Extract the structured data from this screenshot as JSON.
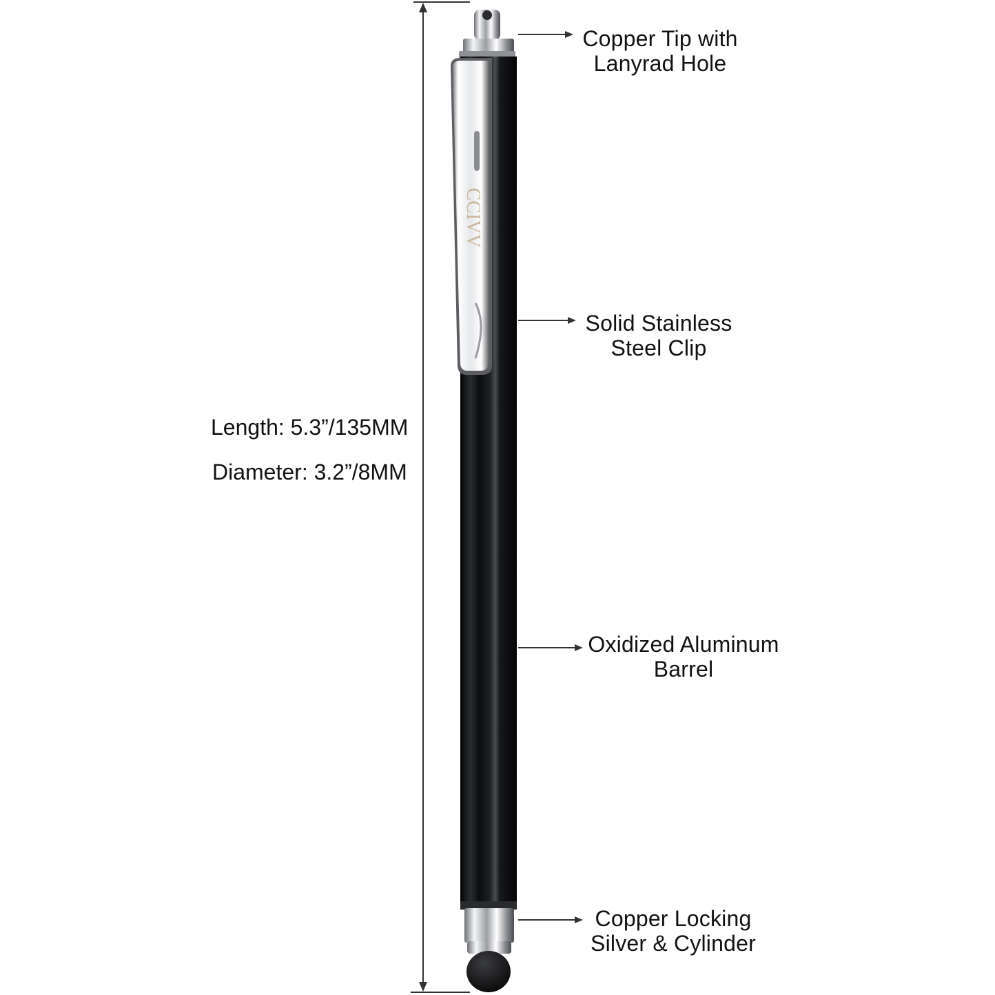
{
  "brand_mark": "CCIVV",
  "dimensions": {
    "length": "Length: 5.3”/135MM",
    "diameter": "Diameter: 3.2”/8MM"
  },
  "callouts": [
    {
      "line1": "Copper Tip with",
      "line2": "Lanyrad Hole"
    },
    {
      "line1": "Solid Stainless",
      "line2": "Steel Clip"
    },
    {
      "line1": "Oxidized Aluminum",
      "line2": "Barrel"
    },
    {
      "line1": "Copper Locking",
      "line2": "Silver & Cylinder"
    }
  ],
  "colors": {
    "barrel": "#121315",
    "chrome": "#d8dade",
    "line": "#333333",
    "brand_text": "#c9b79a"
  }
}
